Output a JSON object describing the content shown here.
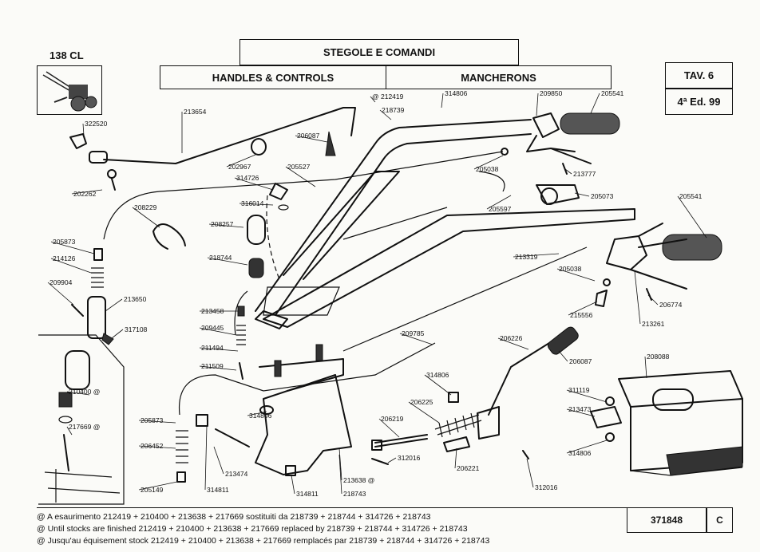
{
  "header": {
    "model": "138 CL",
    "title_it": "STEGOLE E COMANDI",
    "title_en": "HANDLES & CONTROLS",
    "title_fr": "MANCHERONS",
    "table": "TAV. 6",
    "edition": "4ª Ed. 99"
  },
  "parts": [
    {
      "id": "322520"
    },
    {
      "id": "202262"
    },
    {
      "id": "213654"
    },
    {
      "id": "202967"
    },
    {
      "id": "206087"
    },
    {
      "id": "314726"
    },
    {
      "id": "205527"
    },
    {
      "id": "316014"
    },
    {
      "id": "@ 212419"
    },
    {
      "id": "218739"
    },
    {
      "id": "314806"
    },
    {
      "id": "209850"
    },
    {
      "id": "205541"
    },
    {
      "id": "205038"
    },
    {
      "id": "213777"
    },
    {
      "id": "205073"
    },
    {
      "id": "205597"
    },
    {
      "id": "208229"
    },
    {
      "id": "208257"
    },
    {
      "id": "218744"
    },
    {
      "id": "205873"
    },
    {
      "id": "214126"
    },
    {
      "id": "209904"
    },
    {
      "id": "213650"
    },
    {
      "id": "317108"
    },
    {
      "id": "213458"
    },
    {
      "id": "209445"
    },
    {
      "id": "211494"
    },
    {
      "id": "211509"
    },
    {
      "id": "205541"
    },
    {
      "id": "213319"
    },
    {
      "id": "205038"
    },
    {
      "id": "206774"
    },
    {
      "id": "215556"
    },
    {
      "id": "213261"
    },
    {
      "id": "209785"
    },
    {
      "id": "206226"
    },
    {
      "id": "206087"
    },
    {
      "id": "208088"
    },
    {
      "id": "210400 @"
    },
    {
      "id": "217669 @"
    },
    {
      "id": "205873"
    },
    {
      "id": "206452"
    },
    {
      "id": "205149"
    },
    {
      "id": "314806"
    },
    {
      "id": "314806"
    },
    {
      "id": "206225"
    },
    {
      "id": "206219"
    },
    {
      "id": "312016"
    },
    {
      "id": "206221"
    },
    {
      "id": "312016"
    },
    {
      "id": "311119"
    },
    {
      "id": "213473"
    },
    {
      "id": "314806"
    },
    {
      "id": "213474"
    },
    {
      "id": "314811"
    },
    {
      "id": "314811"
    },
    {
      "id": "213638 @"
    },
    {
      "id": "218743"
    }
  ],
  "notes": {
    "it": "@ A esaurimento 212419 + 210400 + 213638 + 217669  sostituiti da 218739 + 218744 +  314726 + 218743",
    "en": "@ Until stocks are finished 212419 + 210400 + 213638 + 217669 replaced by 218739 + 218744 +  314726 + 218743",
    "fr": "@ Jusqu'au équisement stock 212419 + 210400 + 213638 + 217669 remplacés par 218739 + 218744 +  314726 + 218743"
  },
  "footer": {
    "code": "371848",
    "rev": "C"
  }
}
